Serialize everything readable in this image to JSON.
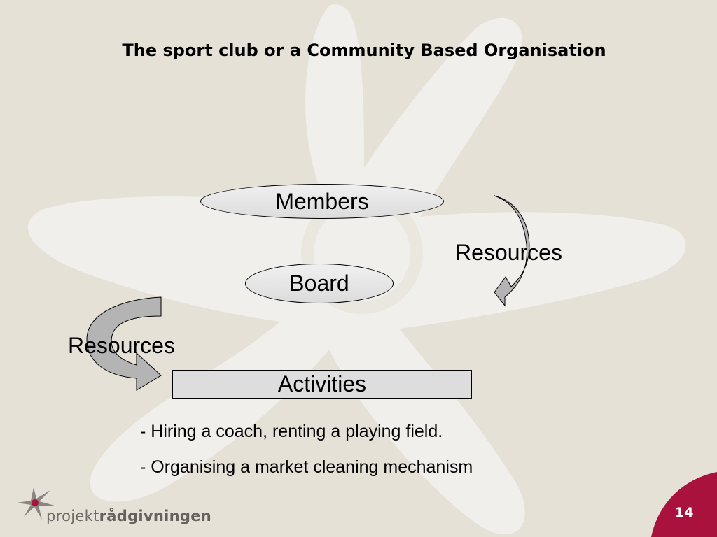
{
  "slide": {
    "title": "The sport club or a Community Based Organisation",
    "page_number": "14"
  },
  "diagram": {
    "members": "Members",
    "board": "Board",
    "activities": "Activities",
    "resources_right": "Resources",
    "resources_left": "Resources"
  },
  "bullets": [
    "- Hiring a coach, renting a playing field.",
    "- Organising a market cleaning mechanism"
  ],
  "logo": {
    "text_regular": "projekt",
    "text_bold": "rådgivningen"
  },
  "colors": {
    "background": "#e6e1d7",
    "star_watermark": "#f1efec",
    "shape_fill": "#dddddd",
    "arrow_fill": "#b4b4b4",
    "accent": "#a8123d"
  }
}
